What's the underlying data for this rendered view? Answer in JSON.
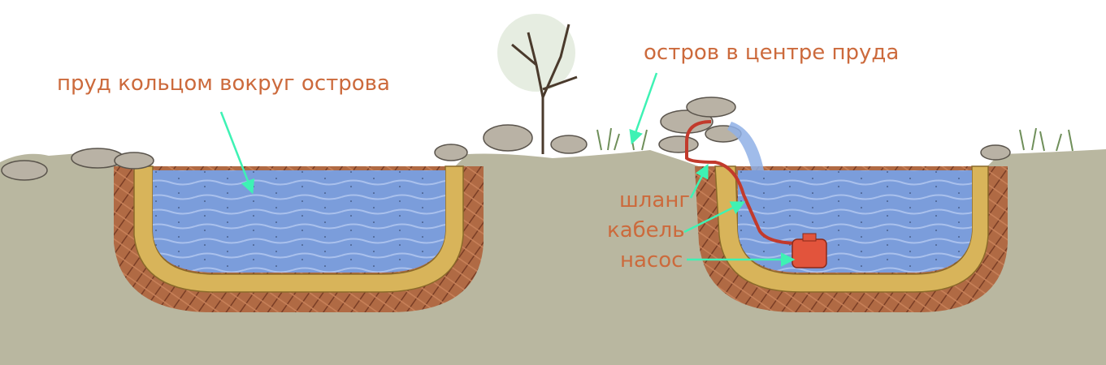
{
  "labels": {
    "pond_ring": "пруд кольцом вокруг острова",
    "island": "остров в центре пруда",
    "hose": "шланг",
    "cable": "кабель",
    "pump": "насос"
  },
  "colors": {
    "label_text": "#cc6a3c",
    "arrow": "#3ef2b4",
    "ground": "#b9b7a0",
    "water": "#6f93d6",
    "water_light": "#a9c0ec",
    "liner": "#d8b45a",
    "soil": "#9b5a3c",
    "stone": "#b9b2a5",
    "grass": "#6f8f5a",
    "pump": "#e2543c",
    "hose": "#c23a2c"
  },
  "icons": {
    "tree": "tree-icon",
    "stones": "stones-icon",
    "pump": "pump-icon"
  }
}
